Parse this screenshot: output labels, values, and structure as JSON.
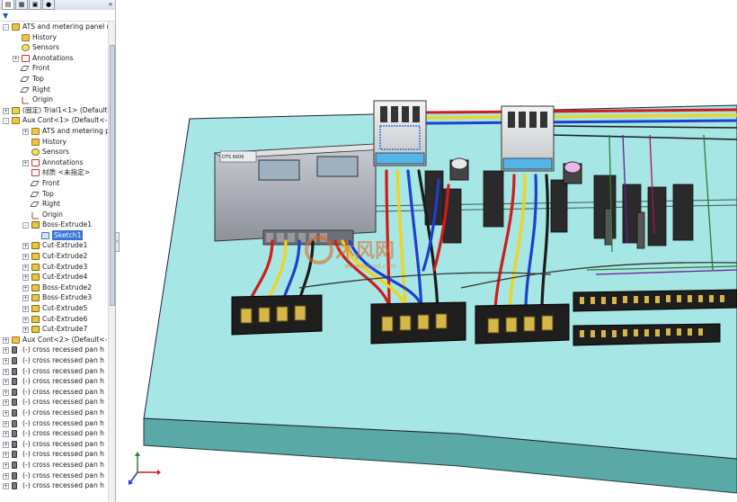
{
  "panel": {
    "tabs": [
      "feature-manager",
      "property-manager",
      "configuration-manager",
      "display-manager"
    ],
    "more_glyph": "»",
    "filter_glyph": "▼"
  },
  "tree": [
    {
      "label": "ATS and metering panel  (D",
      "icon": "assembly-icon",
      "level": 0,
      "exp": "-"
    },
    {
      "label": "History",
      "icon": "history-icon",
      "level": 1,
      "exp": ""
    },
    {
      "label": "Sensors",
      "icon": "sensor-icon",
      "level": 1,
      "exp": ""
    },
    {
      "label": "Annotations",
      "icon": "annotations-icon",
      "level": 1,
      "exp": "+"
    },
    {
      "label": "Front",
      "icon": "plane-icon",
      "level": 1,
      "exp": ""
    },
    {
      "label": "Top",
      "icon": "plane-icon",
      "level": 1,
      "exp": ""
    },
    {
      "label": "Right",
      "icon": "plane-icon",
      "level": 1,
      "exp": ""
    },
    {
      "label": "Origin",
      "icon": "origin-icon",
      "level": 1,
      "exp": ""
    },
    {
      "label": "(固定) Trial1<1> (Default",
      "icon": "part-icon",
      "level": 0,
      "exp": "+"
    },
    {
      "label": "Aux Cont<1> (Default<-",
      "icon": "assembly-icon",
      "level": 0,
      "exp": "-"
    },
    {
      "label": "ATS and metering pa",
      "icon": "assembly-icon",
      "level": 2,
      "exp": "+"
    },
    {
      "label": "History",
      "icon": "history-icon",
      "level": 2,
      "exp": ""
    },
    {
      "label": "Sensors",
      "icon": "sensor-icon",
      "level": 2,
      "exp": ""
    },
    {
      "label": "Annotations",
      "icon": "annotations-icon",
      "level": 2,
      "exp": "+"
    },
    {
      "label": "材质 <未指定>",
      "icon": "material-icon",
      "level": 2,
      "exp": ""
    },
    {
      "label": "Front",
      "icon": "plane-icon",
      "level": 2,
      "exp": ""
    },
    {
      "label": "Top",
      "icon": "plane-icon",
      "level": 2,
      "exp": ""
    },
    {
      "label": "Right",
      "icon": "plane-icon",
      "level": 2,
      "exp": ""
    },
    {
      "label": "Origin",
      "icon": "origin-icon",
      "level": 2,
      "exp": ""
    },
    {
      "label": "Boss-Extrude1",
      "icon": "feature-icon",
      "level": 2,
      "exp": "-"
    },
    {
      "label": "Sketch1",
      "icon": "sketch-icon",
      "level": 3,
      "exp": "",
      "selected": true
    },
    {
      "label": "Cut-Extrude1",
      "icon": "feature-icon",
      "level": 2,
      "exp": "+"
    },
    {
      "label": "Cut-Extrude2",
      "icon": "feature-icon",
      "level": 2,
      "exp": "+"
    },
    {
      "label": "Cut-Extrude3",
      "icon": "feature-icon",
      "level": 2,
      "exp": "+"
    },
    {
      "label": "Cut-Extrude4",
      "icon": "feature-icon",
      "level": 2,
      "exp": "+"
    },
    {
      "label": "Boss-Extrude2",
      "icon": "feature-icon",
      "level": 2,
      "exp": "+"
    },
    {
      "label": "Boss-Extrude3",
      "icon": "feature-icon",
      "level": 2,
      "exp": "+"
    },
    {
      "label": "Cut-Extrude5",
      "icon": "feature-icon",
      "level": 2,
      "exp": "+"
    },
    {
      "label": "Cut-Extrude6",
      "icon": "feature-icon",
      "level": 2,
      "exp": "+"
    },
    {
      "label": "Cut-Extrude7",
      "icon": "feature-icon",
      "level": 2,
      "exp": "+"
    },
    {
      "label": "Aux Cont<2> (Default<-",
      "icon": "assembly-icon",
      "level": 0,
      "exp": "+"
    },
    {
      "label": "(-) cross recessed pan h",
      "icon": "screw-icon",
      "level": 0,
      "exp": "+"
    },
    {
      "label": "(-) cross recessed pan h",
      "icon": "screw-icon",
      "level": 0,
      "exp": "+"
    },
    {
      "label": "(-) cross recessed pan h",
      "icon": "screw-icon",
      "level": 0,
      "exp": "+"
    },
    {
      "label": "(-) cross recessed pan h",
      "icon": "screw-icon",
      "level": 0,
      "exp": "+"
    },
    {
      "label": "(-) cross recessed pan h",
      "icon": "screw-icon",
      "level": 0,
      "exp": "+"
    },
    {
      "label": "(-) cross recessed pan h",
      "icon": "screw-icon",
      "level": 0,
      "exp": "+"
    },
    {
      "label": "(-) cross recessed pan h",
      "icon": "screw-icon",
      "level": 0,
      "exp": "+"
    },
    {
      "label": "(-) cross recessed pan h",
      "icon": "screw-icon",
      "level": 0,
      "exp": "+"
    },
    {
      "label": "(-) cross recessed pan h",
      "icon": "screw-icon",
      "level": 0,
      "exp": "+"
    },
    {
      "label": "(-) cross recessed pan h",
      "icon": "screw-icon",
      "level": 0,
      "exp": "+"
    },
    {
      "label": "(-) cross recessed pan h",
      "icon": "screw-icon",
      "level": 0,
      "exp": "+"
    },
    {
      "label": "(-) cross recessed pan h",
      "icon": "screw-icon",
      "level": 0,
      "exp": "+"
    },
    {
      "label": "(-) cross recessed pan h",
      "icon": "screw-icon",
      "level": 0,
      "exp": "+"
    },
    {
      "label": "(-) cross recessed pan h",
      "icon": "screw-icon",
      "level": 0,
      "exp": "+"
    }
  ],
  "viewport": {
    "watermark": "沐风网",
    "watermark_sub": "www.mfcad.com",
    "meter_label": "DTS 6606"
  },
  "colors": {
    "board": "#a6e6e4",
    "selection": "#3875d7",
    "wire_red": "#d11a1a",
    "wire_yellow": "#f1d417",
    "wire_blue": "#1e3fd0",
    "wire_black": "#1b1b1b"
  }
}
